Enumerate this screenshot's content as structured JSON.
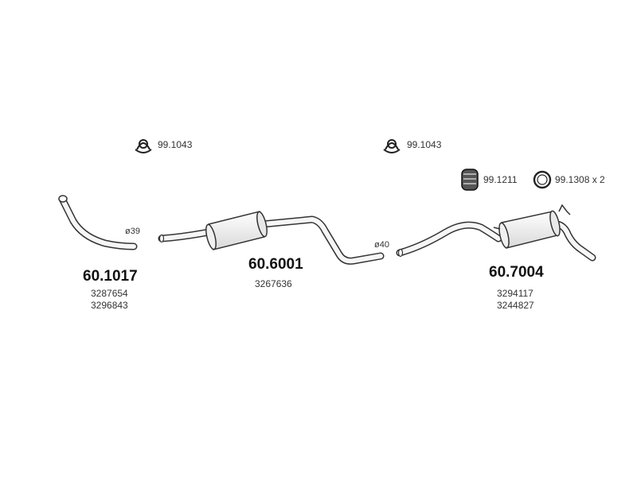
{
  "clamps": {
    "clamp_left": "99.1043",
    "clamp_right": "99.1043",
    "rubber_mount": "99.1211",
    "ring": "99.1308 x 2"
  },
  "parts": {
    "front_pipe": {
      "number": "60.1017",
      "refs": [
        "3287654",
        "3296843"
      ],
      "diameter": "ø39"
    },
    "center_silencer": {
      "number": "60.6001",
      "refs": [
        "3267636"
      ],
      "diameter": "ø40"
    },
    "rear_silencer": {
      "number": "60.7004",
      "refs": [
        "3294117",
        "3244827"
      ]
    }
  },
  "colors": {
    "outline": "#333333",
    "fill": "#f4f4f4",
    "shade": "#d8d8d8"
  }
}
